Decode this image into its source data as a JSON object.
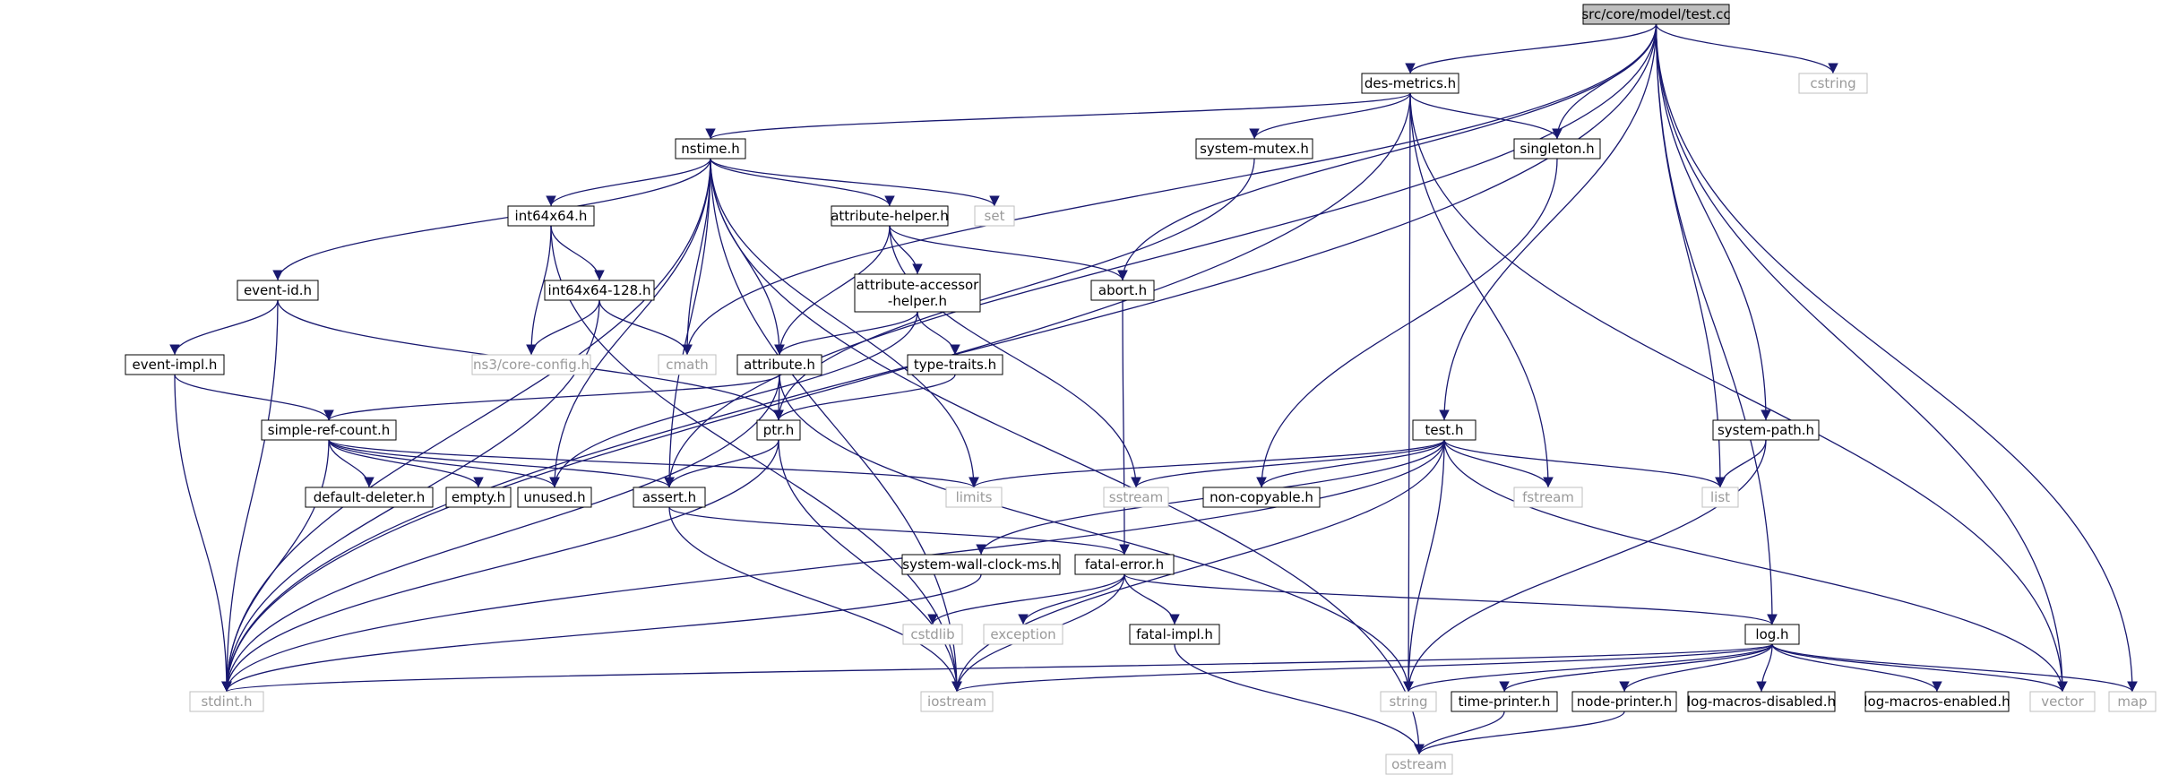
{
  "colors": {
    "edge": "#191970",
    "node_border": "#000000",
    "system_border": "#bfbfbf",
    "root_fill": "#bfbfbf",
    "system_text": "#9a9a9a",
    "text": "#000000"
  },
  "nodes": [
    {
      "id": "root",
      "label": "src/core/model/test.cc",
      "kind": "root"
    },
    {
      "id": "des_metrics",
      "label": "des-metrics.h",
      "kind": "header"
    },
    {
      "id": "cstring",
      "label": "cstring",
      "kind": "system"
    },
    {
      "id": "nstime",
      "label": "nstime.h",
      "kind": "header"
    },
    {
      "id": "system_mutex",
      "label": "system-mutex.h",
      "kind": "header"
    },
    {
      "id": "singleton",
      "label": "singleton.h",
      "kind": "header"
    },
    {
      "id": "int64x64",
      "label": "int64x64.h",
      "kind": "header"
    },
    {
      "id": "attribute_helper",
      "label": "attribute-helper.h",
      "kind": "header"
    },
    {
      "id": "set",
      "label": "set",
      "kind": "system"
    },
    {
      "id": "event_id",
      "label": "event-id.h",
      "kind": "header"
    },
    {
      "id": "int64x64_128",
      "label": "int64x64-128.h",
      "kind": "header"
    },
    {
      "id": "attribute_accessor_helper",
      "label": "attribute-accessor\n-helper.h",
      "kind": "header"
    },
    {
      "id": "abort",
      "label": "abort.h",
      "kind": "header"
    },
    {
      "id": "event_impl",
      "label": "event-impl.h",
      "kind": "header"
    },
    {
      "id": "ns3_core_config",
      "label": "ns3/core-config.h",
      "kind": "system"
    },
    {
      "id": "cmath",
      "label": "cmath",
      "kind": "system"
    },
    {
      "id": "attribute",
      "label": "attribute.h",
      "kind": "header"
    },
    {
      "id": "type_traits",
      "label": "type-traits.h",
      "kind": "header"
    },
    {
      "id": "simple_ref_count",
      "label": "simple-ref-count.h",
      "kind": "header"
    },
    {
      "id": "ptr",
      "label": "ptr.h",
      "kind": "header"
    },
    {
      "id": "test_h",
      "label": "test.h",
      "kind": "header"
    },
    {
      "id": "system_path",
      "label": "system-path.h",
      "kind": "header"
    },
    {
      "id": "default_deleter",
      "label": "default-deleter.h",
      "kind": "header"
    },
    {
      "id": "empty",
      "label": "empty.h",
      "kind": "header"
    },
    {
      "id": "unused",
      "label": "unused.h",
      "kind": "header"
    },
    {
      "id": "assert",
      "label": "assert.h",
      "kind": "header"
    },
    {
      "id": "limits",
      "label": "limits",
      "kind": "system"
    },
    {
      "id": "sstream",
      "label": "sstream",
      "kind": "system"
    },
    {
      "id": "non_copyable",
      "label": "non-copyable.h",
      "kind": "header"
    },
    {
      "id": "fstream",
      "label": "fstream",
      "kind": "system"
    },
    {
      "id": "list",
      "label": "list",
      "kind": "system"
    },
    {
      "id": "system_wall_clock_ms",
      "label": "system-wall-clock-ms.h",
      "kind": "header"
    },
    {
      "id": "fatal_error",
      "label": "fatal-error.h",
      "kind": "header"
    },
    {
      "id": "cstdlib",
      "label": "cstdlib",
      "kind": "system"
    },
    {
      "id": "exception",
      "label": "exception",
      "kind": "system"
    },
    {
      "id": "fatal_impl",
      "label": "fatal-impl.h",
      "kind": "header"
    },
    {
      "id": "log",
      "label": "log.h",
      "kind": "header"
    },
    {
      "id": "stdint",
      "label": "stdint.h",
      "kind": "system"
    },
    {
      "id": "iostream",
      "label": "iostream",
      "kind": "system"
    },
    {
      "id": "string",
      "label": "string",
      "kind": "system"
    },
    {
      "id": "time_printer",
      "label": "time-printer.h",
      "kind": "header"
    },
    {
      "id": "node_printer",
      "label": "node-printer.h",
      "kind": "header"
    },
    {
      "id": "log_macros_disabled",
      "label": "log-macros-disabled.h",
      "kind": "header"
    },
    {
      "id": "log_macros_enabled",
      "label": "log-macros-enabled.h",
      "kind": "header"
    },
    {
      "id": "vector",
      "label": "vector",
      "kind": "system"
    },
    {
      "id": "map",
      "label": "map",
      "kind": "system"
    },
    {
      "id": "ostream",
      "label": "ostream",
      "kind": "system"
    }
  ],
  "edges": [
    [
      "root",
      "des_metrics"
    ],
    [
      "root",
      "cstring"
    ],
    [
      "root",
      "singleton"
    ],
    [
      "root",
      "abort"
    ],
    [
      "root",
      "test_h"
    ],
    [
      "root",
      "list"
    ],
    [
      "root",
      "system_path"
    ],
    [
      "root",
      "log"
    ],
    [
      "root",
      "vector"
    ],
    [
      "root",
      "map"
    ],
    [
      "root",
      "cmath"
    ],
    [
      "root",
      "assert"
    ],
    [
      "root",
      "stdint"
    ],
    [
      "des_metrics",
      "nstime"
    ],
    [
      "des_metrics",
      "system_mutex"
    ],
    [
      "des_metrics",
      "singleton"
    ],
    [
      "des_metrics",
      "fstream"
    ],
    [
      "des_metrics",
      "string"
    ],
    [
      "des_metrics",
      "vector"
    ],
    [
      "des_metrics",
      "stdint"
    ],
    [
      "nstime",
      "int64x64"
    ],
    [
      "nstime",
      "attribute_helper"
    ],
    [
      "nstime",
      "set"
    ],
    [
      "nstime",
      "event_id"
    ],
    [
      "nstime",
      "cmath"
    ],
    [
      "nstime",
      "attribute"
    ],
    [
      "nstime",
      "limits"
    ],
    [
      "nstime",
      "unused"
    ],
    [
      "nstime",
      "assert"
    ],
    [
      "nstime",
      "ostream"
    ],
    [
      "nstime",
      "iostream"
    ],
    [
      "nstime",
      "stdint"
    ],
    [
      "system_mutex",
      "ptr"
    ],
    [
      "singleton",
      "non_copyable"
    ],
    [
      "int64x64",
      "int64x64_128"
    ],
    [
      "int64x64",
      "ns3_core_config"
    ],
    [
      "int64x64",
      "iostream"
    ],
    [
      "int64x64_128",
      "ns3_core_config"
    ],
    [
      "int64x64_128",
      "cmath"
    ],
    [
      "int64x64_128",
      "stdint"
    ],
    [
      "attribute_helper",
      "attribute_accessor_helper"
    ],
    [
      "attribute_helper",
      "abort"
    ],
    [
      "attribute_helper",
      "attribute"
    ],
    [
      "attribute_helper",
      "sstream"
    ],
    [
      "attribute_accessor_helper",
      "type_traits"
    ],
    [
      "attribute_accessor_helper",
      "attribute"
    ],
    [
      "attribute_accessor_helper",
      "unused"
    ],
    [
      "event_id",
      "event_impl"
    ],
    [
      "event_id",
      "ptr"
    ],
    [
      "event_id",
      "stdint"
    ],
    [
      "event_impl",
      "simple_ref_count"
    ],
    [
      "event_impl",
      "stdint"
    ],
    [
      "attribute",
      "ptr"
    ],
    [
      "attribute",
      "simple_ref_count"
    ],
    [
      "attribute",
      "string"
    ],
    [
      "attribute",
      "stdint"
    ],
    [
      "type_traits",
      "ptr"
    ],
    [
      "simple_ref_count",
      "default_deleter"
    ],
    [
      "simple_ref_count",
      "empty"
    ],
    [
      "simple_ref_count",
      "unused"
    ],
    [
      "simple_ref_count",
      "assert"
    ],
    [
      "simple_ref_count",
      "limits"
    ],
    [
      "simple_ref_count",
      "stdint"
    ],
    [
      "ptr",
      "assert"
    ],
    [
      "ptr",
      "iostream"
    ],
    [
      "ptr",
      "stdint"
    ],
    [
      "abort",
      "fatal_error"
    ],
    [
      "assert",
      "fatal_error"
    ],
    [
      "assert",
      "iostream"
    ],
    [
      "test_h",
      "limits"
    ],
    [
      "test_h",
      "sstream"
    ],
    [
      "test_h",
      "non_copyable"
    ],
    [
      "test_h",
      "fstream"
    ],
    [
      "test_h",
      "list"
    ],
    [
      "test_h",
      "system_wall_clock_ms"
    ],
    [
      "test_h",
      "string"
    ],
    [
      "test_h",
      "vector"
    ],
    [
      "test_h",
      "iostream"
    ],
    [
      "test_h",
      "stdint"
    ],
    [
      "system_path",
      "list"
    ],
    [
      "system_path",
      "string"
    ],
    [
      "system_wall_clock_ms",
      "stdint"
    ],
    [
      "fatal_error",
      "cstdlib"
    ],
    [
      "fatal_error",
      "exception"
    ],
    [
      "fatal_error",
      "fatal_impl"
    ],
    [
      "fatal_error",
      "log"
    ],
    [
      "fatal_error",
      "iostream"
    ],
    [
      "fatal_impl",
      "ostream"
    ],
    [
      "log",
      "string"
    ],
    [
      "log",
      "time_printer"
    ],
    [
      "log",
      "node_printer"
    ],
    [
      "log",
      "log_macros_disabled"
    ],
    [
      "log",
      "log_macros_enabled"
    ],
    [
      "log",
      "vector"
    ],
    [
      "log",
      "map"
    ],
    [
      "log",
      "iostream"
    ],
    [
      "log",
      "stdint"
    ],
    [
      "time_printer",
      "ostream"
    ],
    [
      "node_printer",
      "ostream"
    ]
  ]
}
